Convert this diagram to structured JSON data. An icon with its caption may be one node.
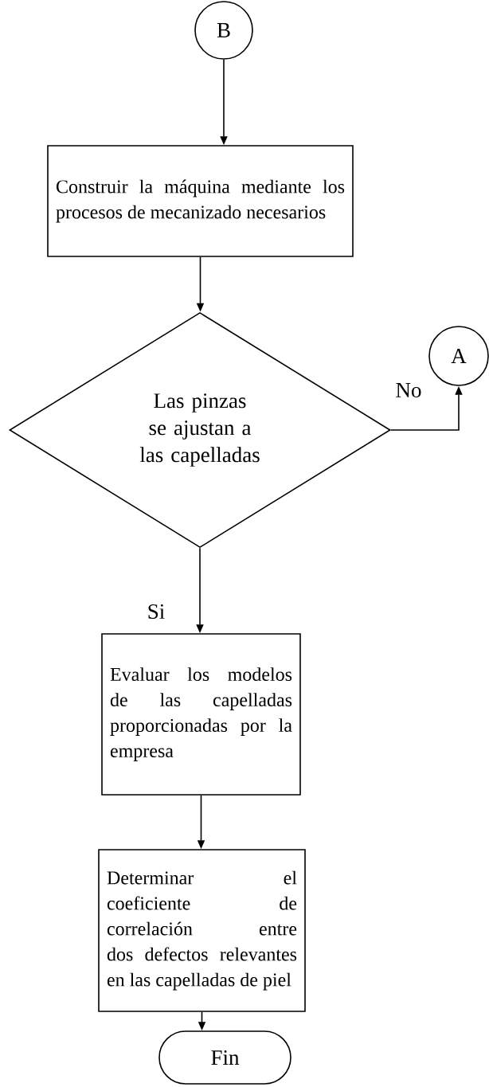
{
  "diagram": {
    "nodes": [
      {
        "text": [
          "B"
        ]
      },
      {
        "text": [
          "Construir la máquina mediante los procesos de mecanizado necesarios"
        ]
      },
      {
        "text": [
          "Las pinzas se ajustan a las capelladas"
        ]
      },
      {
        "text": [
          "A"
        ]
      },
      {
        "text": [
          "Evaluar los modelos de las capelladas proporcionadas por la empresa"
        ]
      },
      {
        "text": [
          "Determinar el coeficiente de correlación entre dos defectos relevantes en las capelladas de piel"
        ]
      },
      {
        "text": [
          "Fin"
        ]
      }
    ],
    "edges": [
      {
        "from": 0,
        "to": 1,
        "arrow": "to"
      },
      {
        "from": 1,
        "to": 2,
        "arrow": "to"
      },
      {
        "from": 2,
        "to": 3,
        "arrow": "to",
        "label": "No"
      },
      {
        "from": 2,
        "to": 4,
        "arrow": "to",
        "label": "Si"
      },
      {
        "from": 4,
        "to": 5,
        "arrow": "to"
      },
      {
        "from": 5,
        "to": 6,
        "arrow": "to"
      }
    ]
  }
}
